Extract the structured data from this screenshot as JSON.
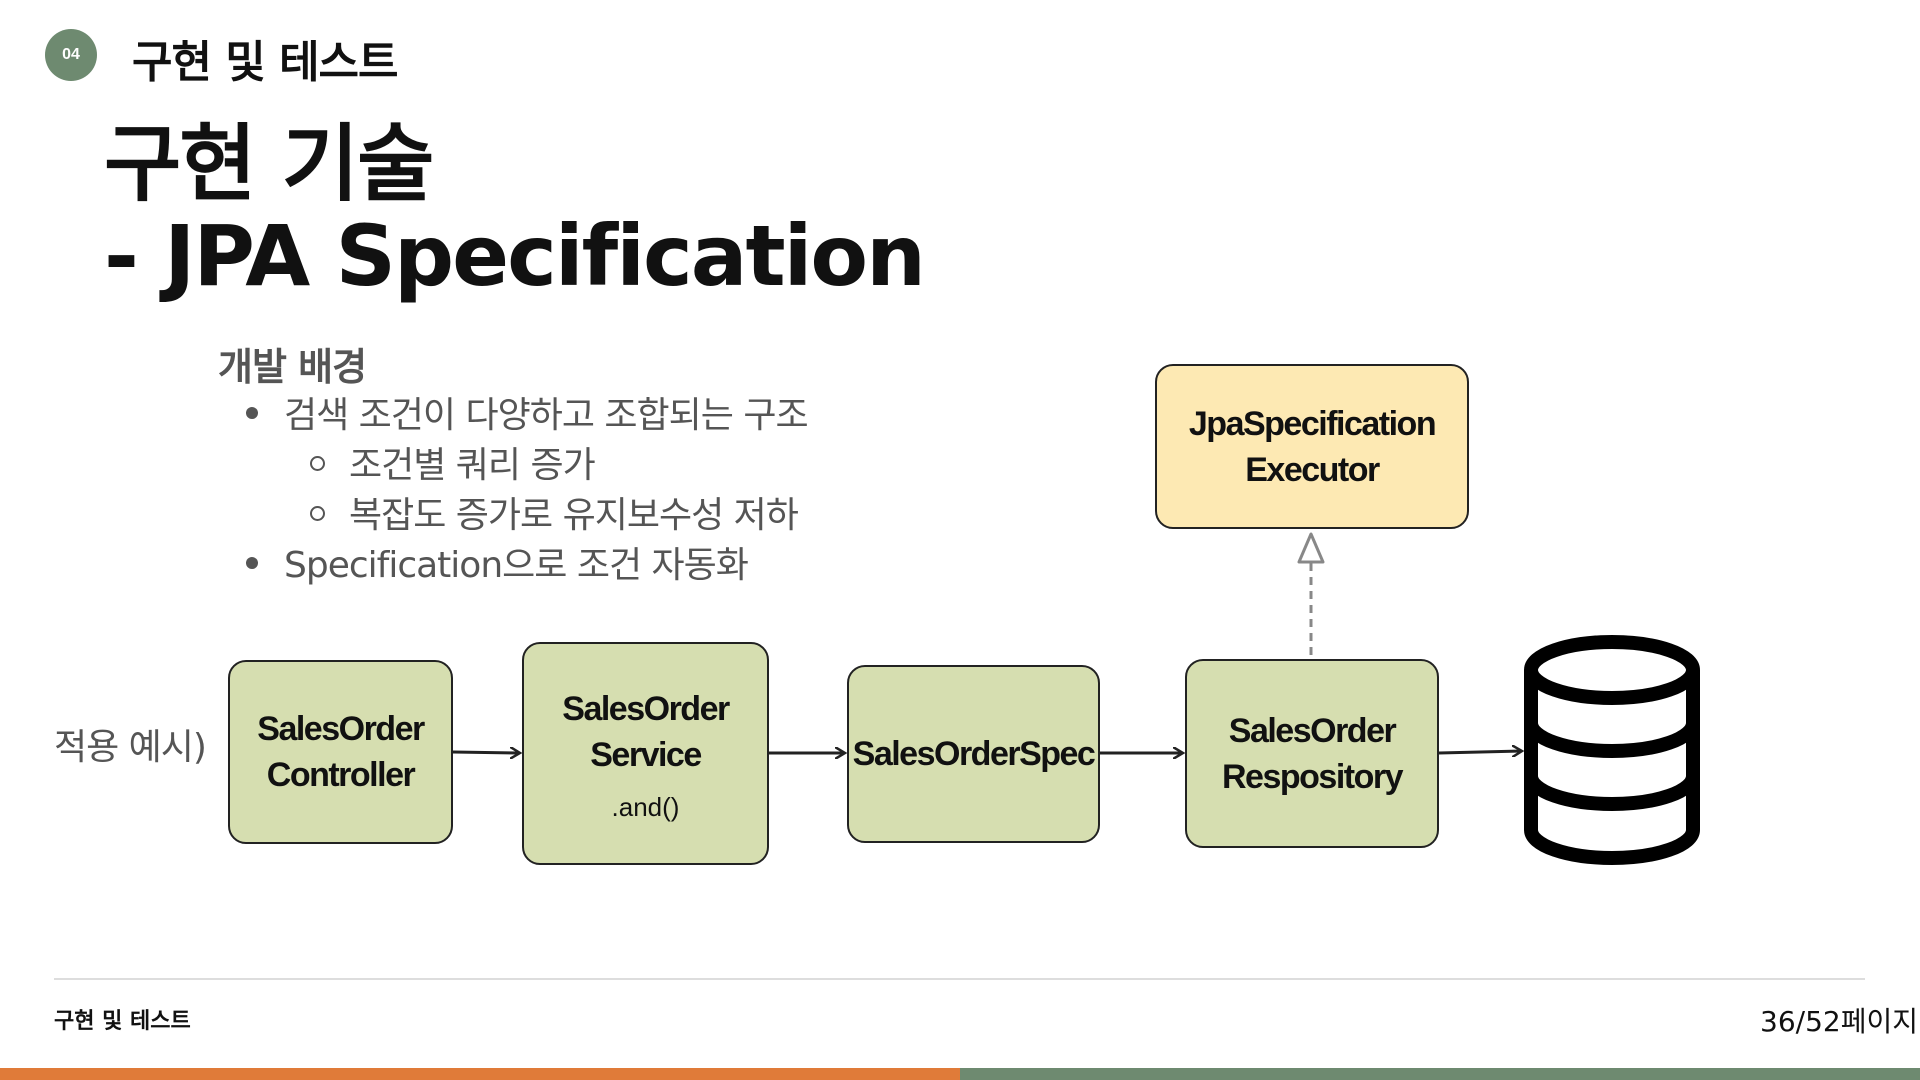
{
  "header": {
    "section_number": "04",
    "section_title": "구현 및 테스트"
  },
  "title": {
    "line1": "구현 기술",
    "line2": "- JPA Specification"
  },
  "content": {
    "heading": "개발 배경",
    "bullets": [
      "검색 조건이 다양하고 조합되는 구조",
      "조건별 쿼리 증가",
      "복잡도 증가로 유지보수성 저하",
      "Specification으로 조건 자동화"
    ]
  },
  "diagram": {
    "example_label": "적용 예시)",
    "controller": {
      "line1": "SalesOrder",
      "line2": "Controller"
    },
    "service": {
      "line1": "SalesOrder",
      "line2": "Service",
      "note": ".and()"
    },
    "spec": {
      "label": "SalesOrderSpec"
    },
    "repository": {
      "line1": "SalesOrder",
      "line2": "Respository"
    },
    "executor": {
      "line1": "JpaSpecification",
      "line2": "Executor"
    },
    "database_icon": "database-icon"
  },
  "footer": {
    "title": "구현 및 테스트",
    "page": "36/52페이지"
  },
  "colors": {
    "badge": "#6e8a70",
    "box_green": "#d6deb0",
    "box_yellow": "#fde9b3",
    "bar_orange": "#e07b39",
    "bar_green": "#6e8a70"
  }
}
